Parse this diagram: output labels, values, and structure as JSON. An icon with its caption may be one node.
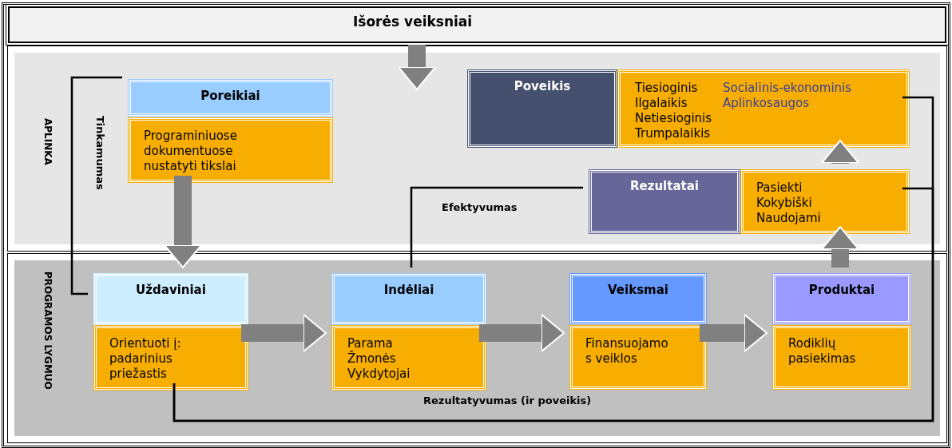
{
  "diagram": {
    "nodes": [
      {
        "text": [
          "Išorės veiksniai"
        ]
      },
      {
        "text": [
          "APLINKA"
        ]
      },
      {
        "text": [
          "PROGRAMOS LYGMUO"
        ]
      },
      {
        "text": [
          "Poreikiai"
        ],
        "in": 1
      },
      {
        "text": [
          "Programiniuose dokumentuose nustatyti tikslai"
        ],
        "in": 1
      },
      {
        "text": [
          "Poveikis"
        ],
        "in": 1
      },
      {
        "text": [
          "Tiesioginis Ilgalaikis Netiesioginis Trumpalaikis",
          "Socialinis-ekonominis Aplinkosaugos"
        ],
        "in": 1
      },
      {
        "text": [
          "Rezultatai"
        ],
        "in": 1
      },
      {
        "text": [
          "Pasiekti Kokybiški Naudojami"
        ],
        "in": 1
      },
      {
        "text": [
          "Uždaviniai"
        ],
        "in": 2
      },
      {
        "text": [
          "Orientuoti į: padarinius priežastis"
        ],
        "in": 2
      },
      {
        "text": [
          "Indėliai"
        ],
        "in": 2
      },
      {
        "text": [
          "Parama Žmonės Vykdytojai"
        ],
        "in": 2
      },
      {
        "text": [
          "Veiksmai"
        ],
        "in": 2
      },
      {
        "text": [
          "Finansuojamo s veiklos"
        ],
        "in": 2
      },
      {
        "text": [
          "Produktai"
        ],
        "in": 2
      },
      {
        "text": [
          "Rodiklių pasiekimas"
        ],
        "in": 2
      }
    ],
    "edges": [
      {
        "from": 0,
        "to": 1,
        "arrow": "to"
      },
      {
        "from": 4,
        "to": 9,
        "arrow": "to"
      },
      {
        "from": 10,
        "to": 12,
        "arrow": "to"
      },
      {
        "from": 12,
        "to": 14,
        "arrow": "to"
      },
      {
        "from": 14,
        "to": 16,
        "arrow": "to"
      },
      {
        "from": 15,
        "to": 8,
        "arrow": "to"
      },
      {
        "from": 8,
        "to": 6,
        "arrow": "to"
      },
      {
        "from": 3,
        "to": 9,
        "arrow": "none",
        "label": "Tinkamumas",
        "color": "#000000"
      },
      {
        "from": 11,
        "to": 7,
        "arrow": "none",
        "label": "Efektyvumas",
        "color": "#000000"
      },
      {
        "from": 10,
        "to": 6,
        "arrow": "none",
        "label": "Rezultatyvumas (ir poveikis)",
        "color": "#000000"
      },
      {
        "from": 10,
        "to": 8,
        "arrow": "none",
        "color": "#000000"
      }
    ]
  }
}
